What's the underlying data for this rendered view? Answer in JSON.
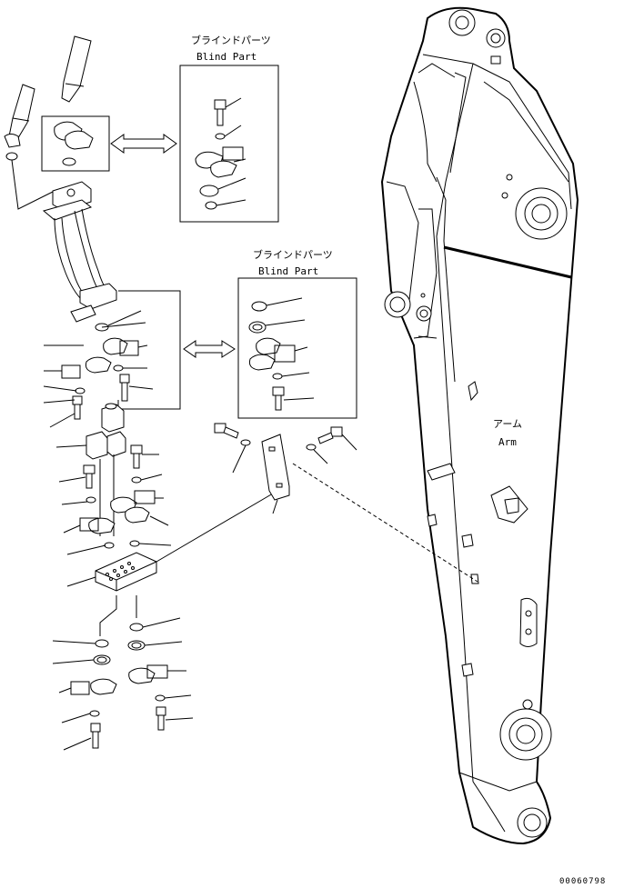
{
  "blind_part_1": {
    "label_jp": "ブラインドパーツ",
    "label_en": "Blind Part"
  },
  "blind_part_2": {
    "label_jp": "ブラインドパーツ",
    "label_en": "Blind Part"
  },
  "arm": {
    "label_jp": "アーム",
    "label_en": "Arm"
  },
  "drawing_number": "00060798"
}
